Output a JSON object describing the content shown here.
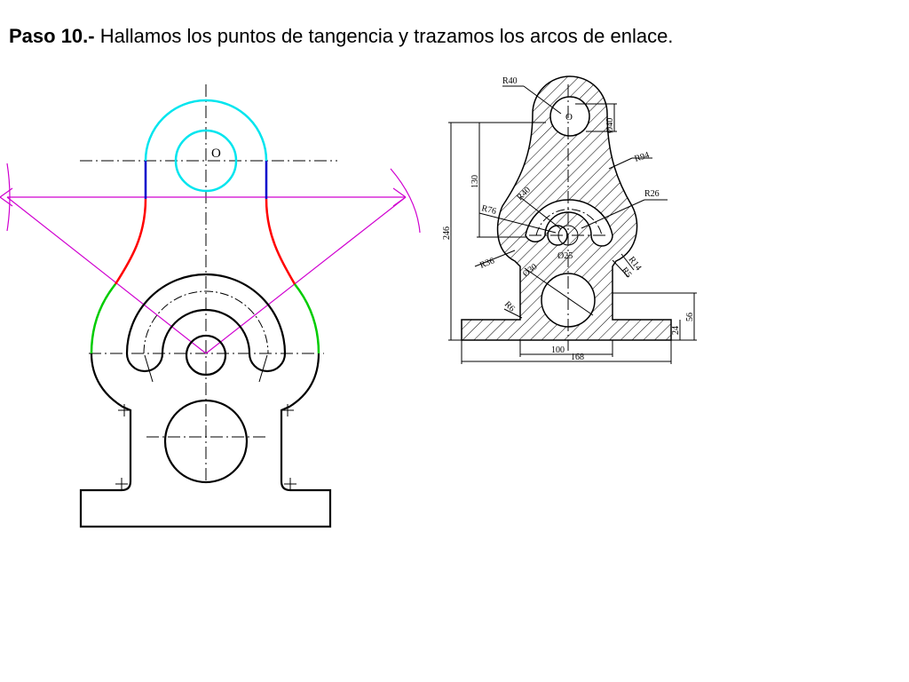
{
  "title": {
    "step": "Paso 10.-",
    "text": "Hallamos los puntos de tangencia y trazamos los arcos de enlace."
  },
  "construction": {
    "center_label": "O",
    "colors": {
      "top_arc": "#00e5ee",
      "straight_segment": "#0000cc",
      "connecting_arc_1": "#ff0000",
      "connecting_arc_2": "#00cc00",
      "construction_lines": "#d000d0"
    }
  },
  "reference": {
    "center_label": "O",
    "dims": {
      "r40_top": "R40",
      "d40": "Ø40",
      "r94": "R94",
      "r26": "R26",
      "r40_mid": "R40",
      "r76": "R76",
      "d25": "Ø25",
      "r36": "R36",
      "d30": "Ø30",
      "r14": "R14",
      "r5": "R5",
      "r6": "R6",
      "h130": "130",
      "h246": "246",
      "h56": "56",
      "h24": "24",
      "w100": "100",
      "w168": "168"
    }
  }
}
